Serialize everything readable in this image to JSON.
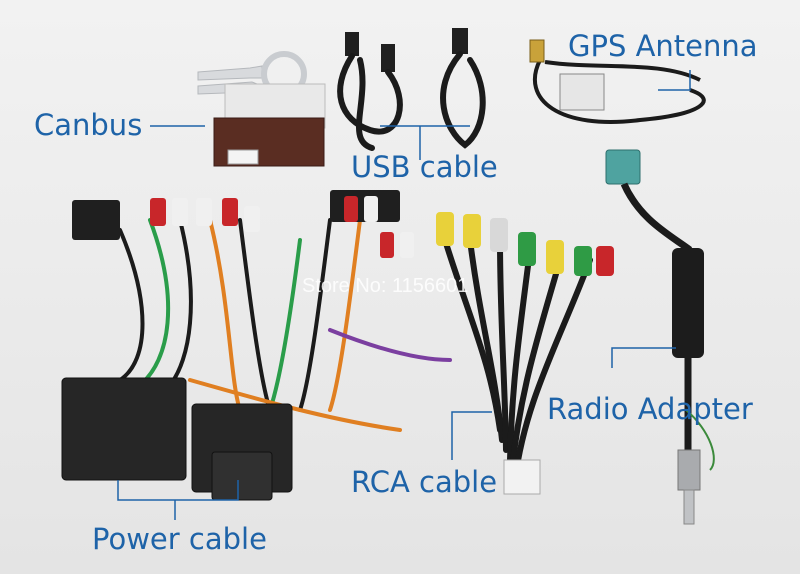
{
  "labels": {
    "canbus": "Canbus",
    "usb_cable": "USB cable",
    "gps_antenna": "GPS Antenna",
    "radio_adapter": "Radio Adapter",
    "rca_cable": "RCA cable",
    "power_cable": "Power cable"
  },
  "watermark": "Store No: 1156601",
  "colors": {
    "label_text": "#1e63a8",
    "leader_line": "#1e63a8",
    "background": "#ececec"
  }
}
